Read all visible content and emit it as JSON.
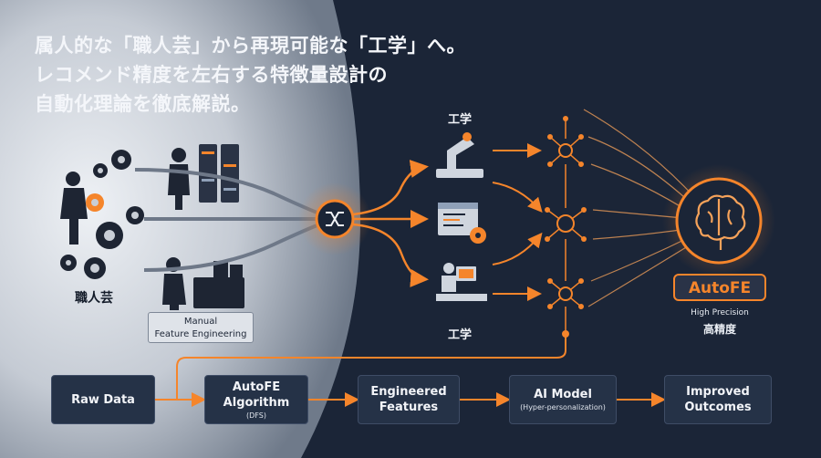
{
  "headline": {
    "line1": "属人的な「職人芸」から再現可能な「工学」へ。",
    "line2": "レコメンド精度を左右する特徴量設計の",
    "line3": "自動化理論を徹底解説。"
  },
  "left_section": {
    "craft_label": "職人芸",
    "manual_box": {
      "line1": "Manual",
      "line2": "Feature Engineering"
    }
  },
  "middle_section": {
    "engineering_label_top": "工学",
    "engineering_label_bottom": "工学"
  },
  "right_section": {
    "autofe_label": "AutoFE",
    "precision_en": "High Precision",
    "precision_jp": "高精度"
  },
  "flow": [
    {
      "line1": "Raw Data",
      "line2": ""
    },
    {
      "line1": "AutoFE",
      "line1b": "Algorithm",
      "line2": "(DFS)"
    },
    {
      "line1": "Engineered",
      "line1b": "Features",
      "line2": ""
    },
    {
      "line1": "AI Model",
      "line2": "(Hyper-personalization)"
    },
    {
      "line1": "Improved",
      "line1b": "Outcomes",
      "line2": ""
    }
  ],
  "colors": {
    "accent": "#f5852b",
    "background": "#1b2537",
    "panel_light": "#c9ced6",
    "box": "#253247"
  },
  "icons": [
    "gear-icon",
    "worker-icon",
    "server-rack-icon",
    "shuffle-icon",
    "robot-arm-icon",
    "code-window-icon",
    "engineer-desk-icon",
    "network-node-icon",
    "brain-icon"
  ]
}
